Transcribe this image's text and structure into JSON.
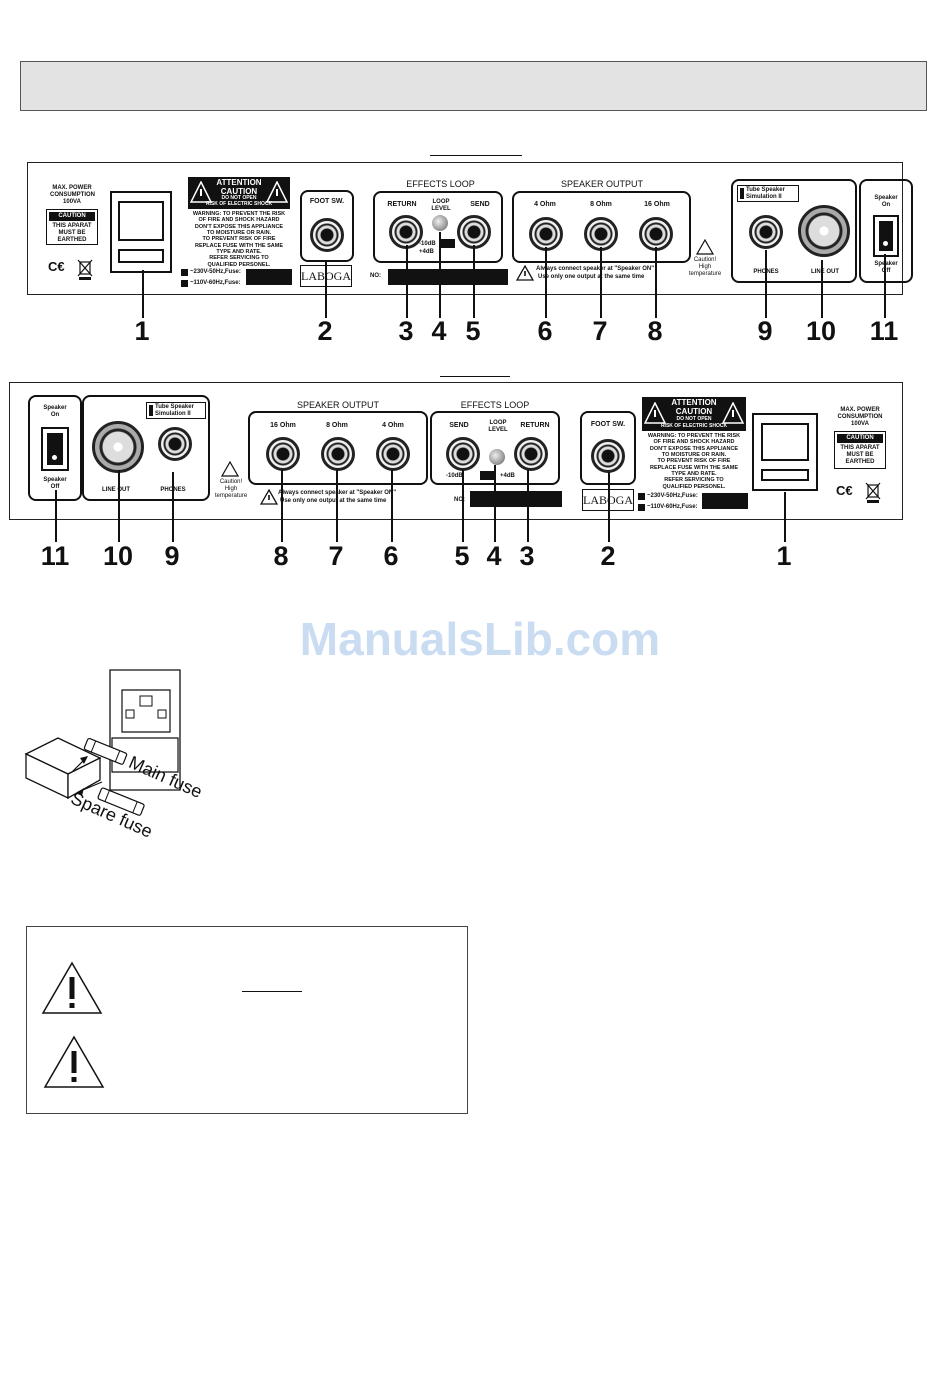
{
  "top_panel": {
    "max_power": "MAX. POWER",
    "consumption": "CONSUMPTION",
    "power_value": "100VA",
    "caution_badge": "CAUTION",
    "earth_line1": "THIS APARAT",
    "earth_line2": "MUST BE",
    "earth_line3": "EARTHED",
    "attention": "ATTENTION",
    "caution": "CAUTION",
    "do_not_open": "DO NOT OPEN",
    "risk": "RISK OF ELECTRIC SHOCK",
    "warn_lines": [
      "WARNING: TO PREVENT THE RISK",
      "OF FIRE AND SHOCK HAZARD",
      "DON'T EXPOSE THIS APPLIANCE",
      "TO MOISTURE OR RAIN.",
      "TO PREVENT RISK OF FIRE",
      "REPLACE FUSE WITH THE SAME",
      "TYPE AND RATE.",
      "REFER SERVICING TO",
      "QUALIFIED PERSONEL."
    ],
    "fuse_230": "~230V-50Hz,Fuse:",
    "fuse_110": "~110V-60Hz,Fuse:",
    "foot_sw": "FOOT SW.",
    "logo": "LABOGA",
    "effects_loop": "EFFECTS LOOP",
    "return": "RETURN",
    "loop_level": "LOOP LEVEL",
    "send": "SEND",
    "minus10": "-10dB",
    "plus4": "+4dB",
    "no": "NO:",
    "speaker_output": "SPEAKER OUTPUT",
    "ohm4": "4 Ohm",
    "ohm8": "8 Ohm",
    "ohm16": "16 Ohm",
    "always_line1": "Always connect speaker at \"Speaker ON\"",
    "always_line2": "Use only one output at the same time",
    "caution_hot": "Caution!",
    "high": "High",
    "temperature": "temperature",
    "tube_line1": "Tube Speaker",
    "tube_line2": "Simulation II",
    "phones": "PHONES",
    "line_out": "LINE OUT",
    "speaker": "Speaker",
    "on": "On",
    "off": "Off",
    "numbers": [
      "1",
      "2",
      "3",
      "4",
      "5",
      "6",
      "7",
      "8",
      "9",
      "10",
      "11"
    ]
  },
  "bottom_panel": {
    "numbers": [
      "11",
      "10",
      "9",
      "8",
      "7",
      "6",
      "5",
      "4",
      "3",
      "2",
      "1"
    ]
  },
  "watermark": "ManualsLib.com",
  "fuse_figure": {
    "main_fuse": "Main fuse",
    "spare_fuse": "Spare fuse"
  }
}
